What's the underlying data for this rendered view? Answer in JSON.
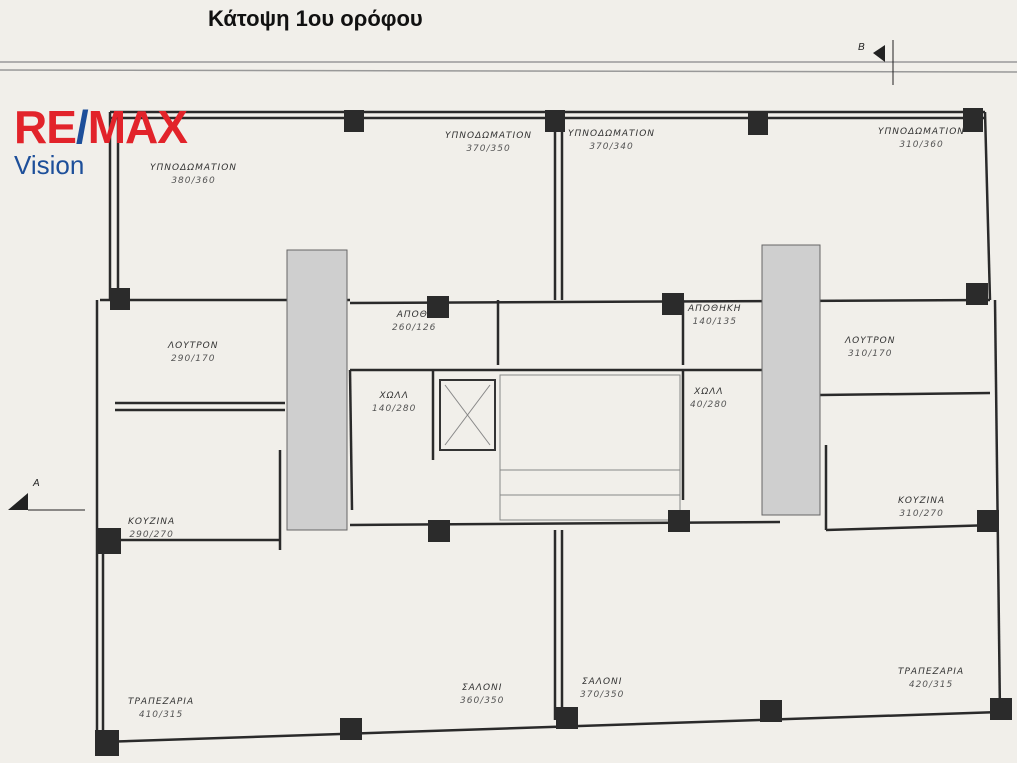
{
  "title": "Κάτοψη 1ου ορόφου",
  "logo": {
    "brand": "RE/MAX",
    "brand_red": "RE",
    "brand_slash": "/",
    "brand_rest": "MAX",
    "sub": "Vision",
    "colors": {
      "red": "#e2232a",
      "blue": "#1d4f9a"
    }
  },
  "section_markers": {
    "a": "A",
    "b": "B"
  },
  "rooms": [
    {
      "name": "ΥΠΝΟΔΩΜΑΤΙΟΝ",
      "dims": "380/360"
    },
    {
      "name": "ΥΠΝΟΔΩΜΑΤΙΟΝ",
      "dims": "370/350"
    },
    {
      "name": "ΥΠΝΟΔΩΜΑΤΙΟΝ",
      "dims": "370/340"
    },
    {
      "name": "ΥΠΝΟΔΩΜΑΤΙΟΝ",
      "dims": "310/360"
    },
    {
      "name": "ΛΟΥΤΡΟΝ",
      "dims": "290/170"
    },
    {
      "name": "ΑΠΟΘ.",
      "dims": "260/126"
    },
    {
      "name": "ΑΠΟΘΗΚΗ",
      "dims": "140/135"
    },
    {
      "name": "ΛΟΥΤΡΟΝ",
      "dims": "310/170"
    },
    {
      "name": "ΧΩΛΛ",
      "dims": "140/280"
    },
    {
      "name": "ΧΩΛΛ",
      "dims": "40/280"
    },
    {
      "name": "ΚΟΥΖΙΝΑ",
      "dims": "290/270"
    },
    {
      "name": "ΚΟΥΖΙΝΑ",
      "dims": "310/270"
    },
    {
      "name": "ΤΡΑΠΕΖΑΡΙΑ",
      "dims": "410/315"
    },
    {
      "name": "ΣΑΛΟΝΙ",
      "dims": "360/350"
    },
    {
      "name": "ΣΑΛΟΝΙ",
      "dims": "370/350"
    },
    {
      "name": "ΤΡΑΠΕΖΑΡΙΑ",
      "dims": "420/315"
    }
  ]
}
